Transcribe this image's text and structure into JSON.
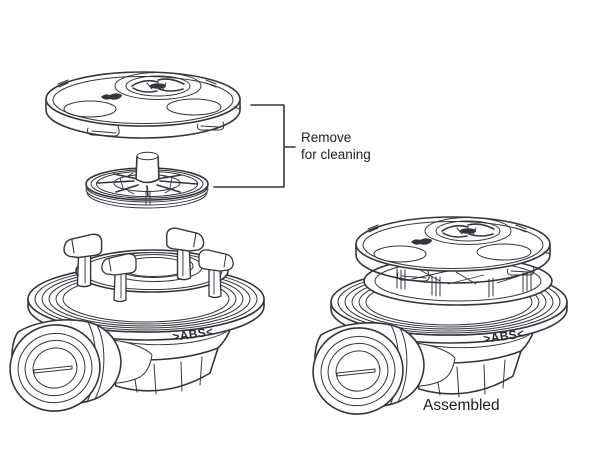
{
  "figure": {
    "type": "technical-line-illustration",
    "subject": "Push-fit drain waste fitting shown exploded (cap and strainer removed) and assembled",
    "background_color": "#ffffff",
    "line_color": "#35353d",
    "text_color": "#1c1c21",
    "parts": [
      "cap-lid",
      "strainer-plate",
      "drain-body-with-bayonet-clips",
      "push-fit-outlet-connector"
    ]
  },
  "callout": {
    "line1": "Remove",
    "line2": "for cleaning"
  },
  "markings": {
    "abs": ">ABS<"
  },
  "captions": {
    "assembled": "Assembled"
  }
}
